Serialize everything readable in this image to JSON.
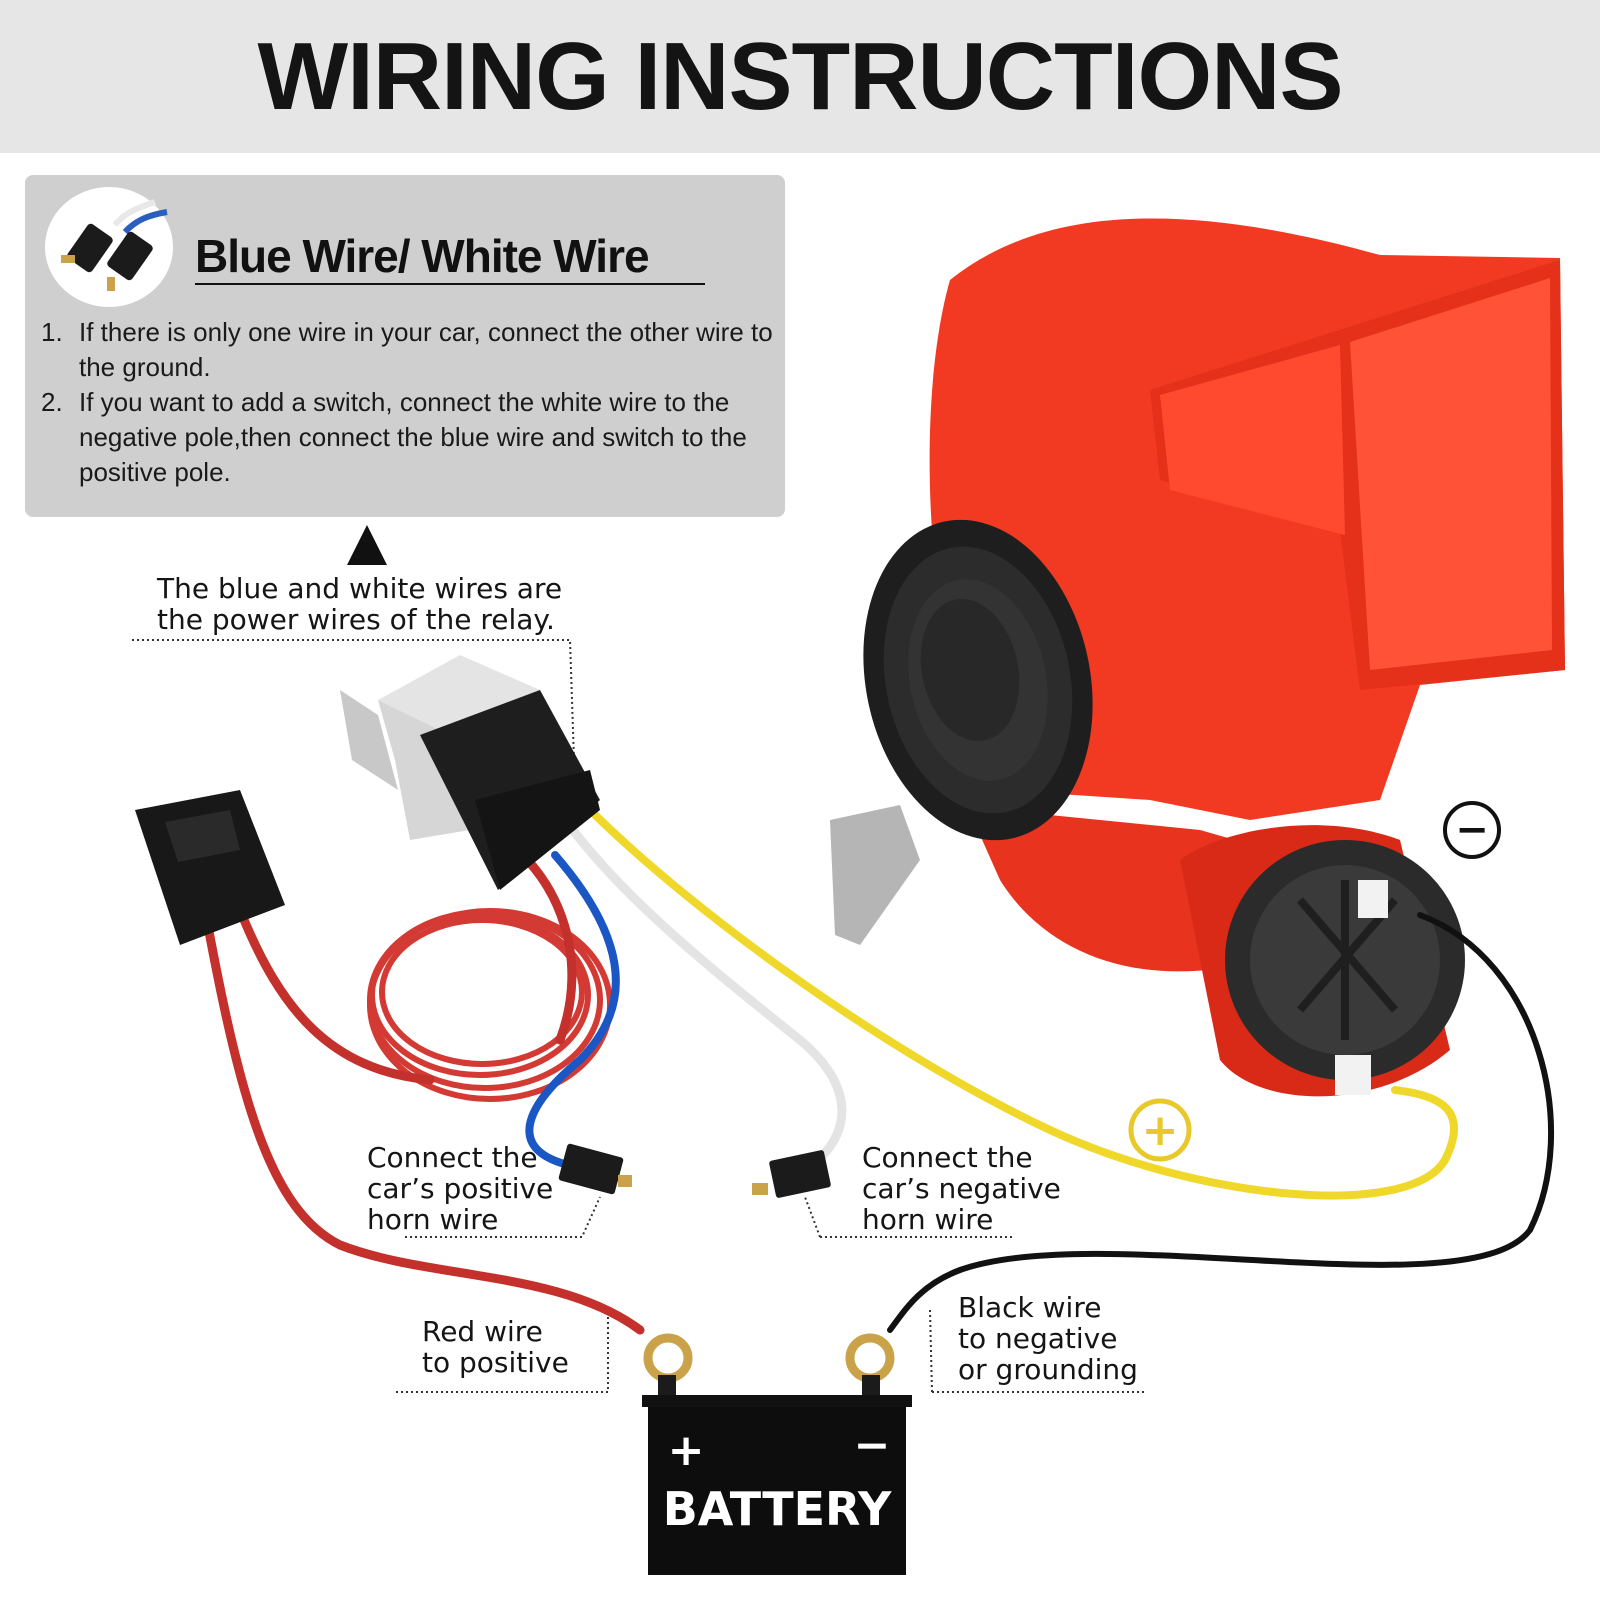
{
  "title": "WIRING INSTRUCTIONS",
  "info_box": {
    "heading": "Blue Wire/ White Wire",
    "items": [
      {
        "num": "1.",
        "text": "If there is only one wire in your car, connect the other wire to the ground."
      },
      {
        "num": "2.",
        "text": "If you want to add a switch, connect the white wire to the negative pole,then connect the blue wire and switch to the positive pole."
      }
    ]
  },
  "callouts": {
    "relay_power": {
      "line1": "The blue and white wires are",
      "line2": "the power wires of the relay."
    },
    "positive_horn": {
      "line1": "Connect the",
      "line2": "car’s positive",
      "line3": "horn wire"
    },
    "negative_horn": {
      "line1": "Connect the",
      "line2": "car’s negative",
      "line3": "horn wire"
    },
    "red_wire": {
      "line1": "Red wire",
      "line2": "to positive"
    },
    "black_wire": {
      "line1": "Black wire",
      "line2": "to negative",
      "line3": "or grounding"
    }
  },
  "battery": {
    "label": "BATTERY",
    "plus": "+",
    "minus": "−"
  },
  "horn_symbols": {
    "negative": "−",
    "positive": "+"
  },
  "colors": {
    "horn_red": "#f23a22",
    "wire_red": "#c9302c",
    "wire_blue": "#1a56c4",
    "wire_white": "#e6e6e6",
    "wire_yellow": "#f0d82a",
    "wire_black": "#111111",
    "symbol_yellow": "#e8c82a"
  }
}
